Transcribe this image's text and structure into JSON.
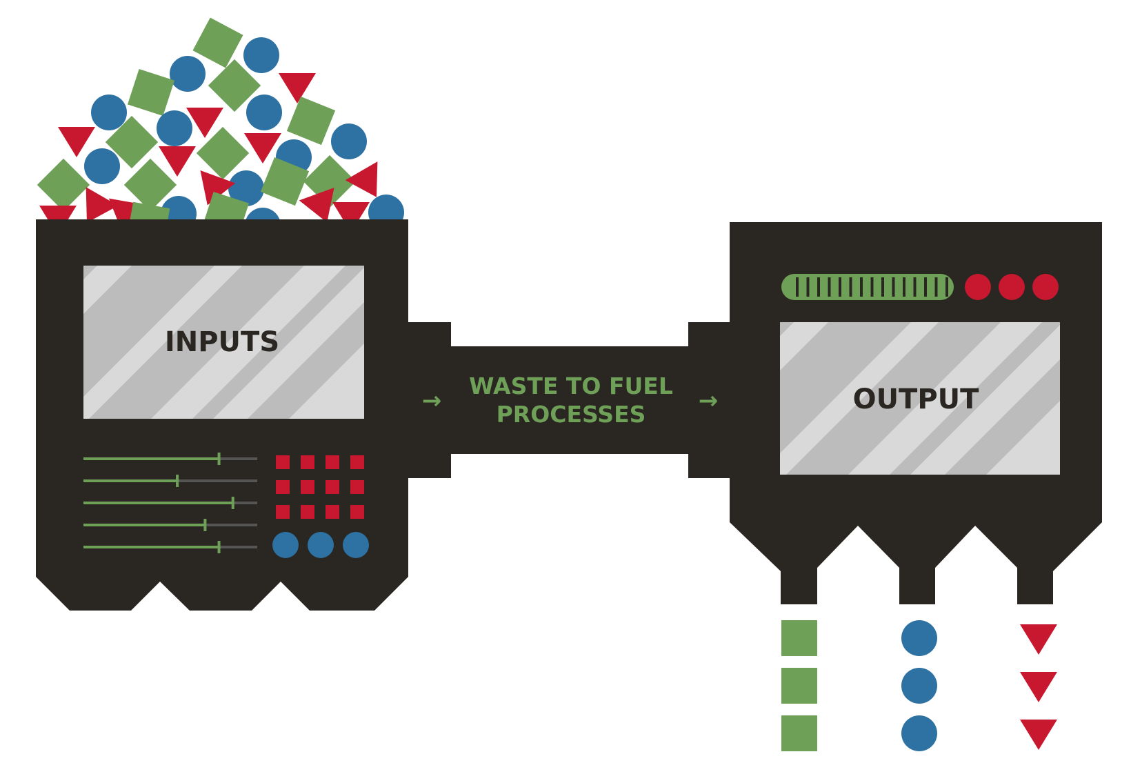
{
  "colors": {
    "machine": "#2a2622",
    "green": "#6fa058",
    "blue": "#2e72a4",
    "red": "#c8182f",
    "screen_light": "#d9d9d9",
    "screen_stripe": "#bcbcbc",
    "track": "#555555",
    "white": "#ffffff"
  },
  "input_machine": {
    "label": "INPUTS",
    "sliders": [
      0.78,
      0.54,
      0.86,
      0.7,
      0.78
    ],
    "button_grid": {
      "rows": 3,
      "cols": 4,
      "color": "red"
    },
    "knobs": 3
  },
  "connector": {
    "label_line1": "WASTE TO FUEL",
    "label_line2": "PROCESSES",
    "arrow_glyph": "→"
  },
  "output_machine": {
    "label": "OUTPUT",
    "progress_segments": 15,
    "indicator_lights": 3,
    "outputs": [
      {
        "shape": "square",
        "color": "green",
        "count": 3
      },
      {
        "shape": "circle",
        "color": "blue",
        "count": 3
      },
      {
        "shape": "triangle",
        "color": "red",
        "count": 3
      }
    ]
  },
  "input_pile": {
    "shapes": [
      "square",
      "circle",
      "triangle"
    ]
  }
}
